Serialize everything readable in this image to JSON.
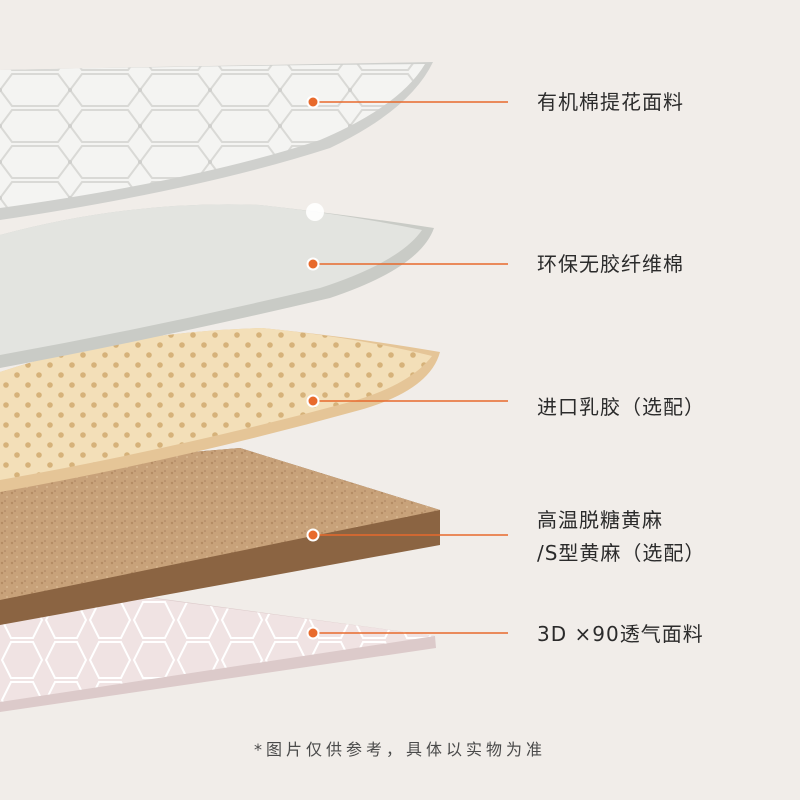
{
  "accent_color": "#e86a2c",
  "layers": [
    {
      "name": "jacquard-fabric",
      "label": "有机棉提花面料"
    },
    {
      "name": "fiber-cotton",
      "label": "环保无胶纤维棉"
    },
    {
      "name": "latex",
      "label": "进口乳胶（选配）"
    },
    {
      "name": "coir",
      "label_line1": "高温脱糖黄麻",
      "label_line2": "/S型黄麻（选配）"
    },
    {
      "name": "mesh-fabric",
      "label": "3D ×90透气面料"
    }
  ],
  "footnote": "*图片仅供参考，具体以实物为准"
}
